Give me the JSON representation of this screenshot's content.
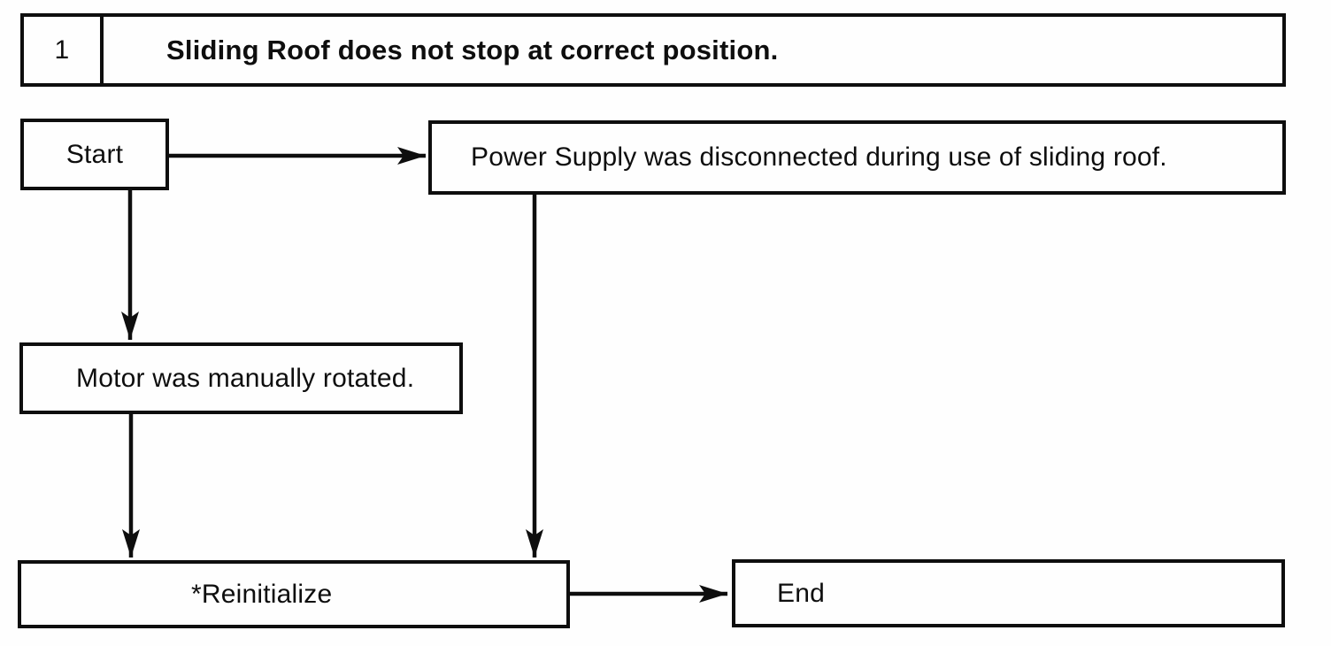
{
  "colors": {
    "ink": "#0e0e0e",
    "background": "#fefefe"
  },
  "header": {
    "number": "1",
    "title": "Sliding Roof does not stop at correct position."
  },
  "nodes": {
    "start": {
      "label": "Start"
    },
    "power": {
      "label": "Power Supply was disconnected during use of sliding roof."
    },
    "motor": {
      "label": "Motor was manually rotated."
    },
    "reinitialize": {
      "label": "*Reinitialize"
    },
    "end": {
      "label": "End"
    }
  },
  "edges": [
    {
      "from": "start",
      "to": "power",
      "direction": "right"
    },
    {
      "from": "start",
      "to": "motor",
      "direction": "down"
    },
    {
      "from": "power",
      "to": "reinitialize",
      "direction": "down"
    },
    {
      "from": "motor",
      "to": "reinitialize",
      "direction": "down"
    },
    {
      "from": "reinitialize",
      "to": "end",
      "direction": "right"
    }
  ]
}
